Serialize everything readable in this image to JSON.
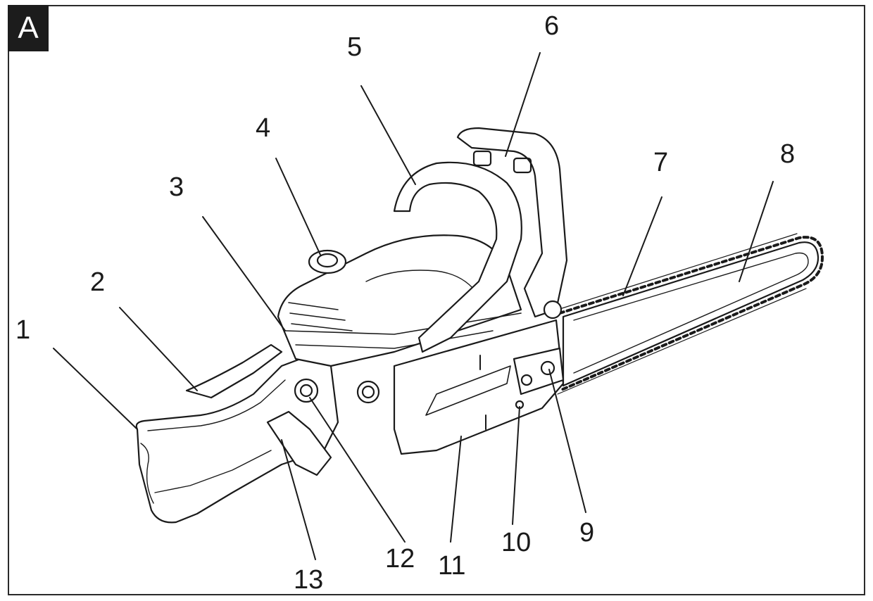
{
  "figure": {
    "panel_label": "A",
    "callouts": [
      {
        "id": "c1",
        "text": "1"
      },
      {
        "id": "c2",
        "text": "2"
      },
      {
        "id": "c3",
        "text": "3"
      },
      {
        "id": "c4",
        "text": "4"
      },
      {
        "id": "c5",
        "text": "5"
      },
      {
        "id": "c6",
        "text": "6"
      },
      {
        "id": "c7",
        "text": "7"
      },
      {
        "id": "c8",
        "text": "8"
      },
      {
        "id": "c9",
        "text": "9"
      },
      {
        "id": "c10",
        "text": "10"
      },
      {
        "id": "c11",
        "text": "11"
      },
      {
        "id": "c12",
        "text": "12"
      },
      {
        "id": "c13",
        "text": "13"
      }
    ]
  }
}
